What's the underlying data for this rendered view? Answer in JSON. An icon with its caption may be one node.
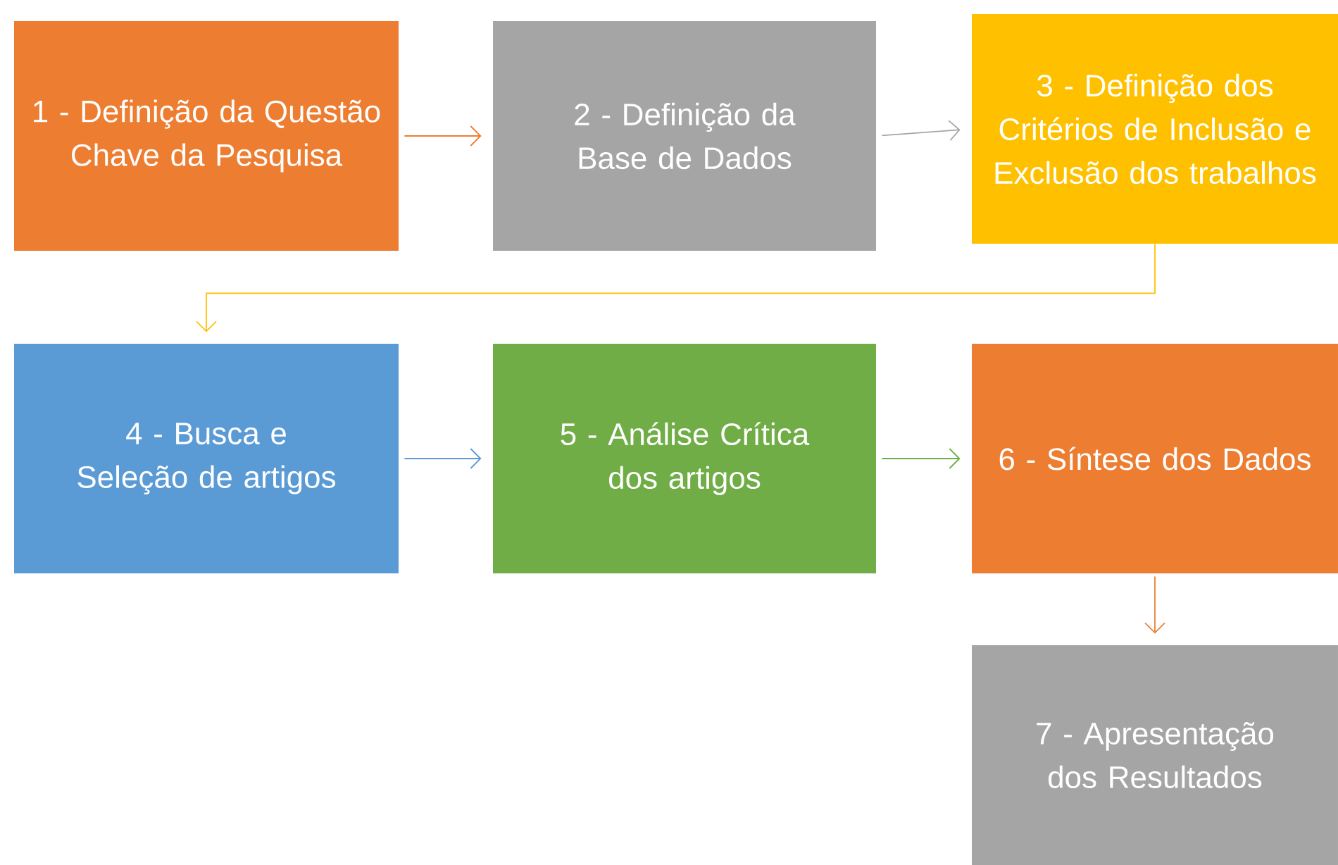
{
  "diagram": {
    "nodes": [
      {
        "text": [
          "1 - Definição da Questão Chave da Pesquisa"
        ]
      },
      {
        "text": [
          "2 - Definição da Base de Dados"
        ]
      },
      {
        "text": [
          "3 - Definição dos Critérios de Inclusão e Exclusão dos trabalhos"
        ]
      },
      {
        "text": [
          "4 - Busca e Seleção de artigos"
        ]
      },
      {
        "text": [
          "5 - Análise Crítica dos  artigos"
        ]
      },
      {
        "text": [
          "6 - Síntese dos Dados"
        ]
      },
      {
        "text": [
          "7 - Apresentação dos Resultados"
        ]
      }
    ],
    "edges": [
      {
        "from": 0,
        "to": 1,
        "arrow": "to",
        "color": "#ed7d31"
      },
      {
        "from": 1,
        "to": 2,
        "arrow": "to",
        "color": "#a5a5a5"
      },
      {
        "from": 2,
        "to": 3,
        "arrow": "to",
        "color": "#ffc000"
      },
      {
        "from": 3,
        "to": 4,
        "arrow": "to",
        "color": "#5b9bd5"
      },
      {
        "from": 4,
        "to": 5,
        "arrow": "to",
        "color": "#70ad47"
      },
      {
        "from": 5,
        "to": 6,
        "arrow": "to",
        "color": "#ed7d31"
      }
    ]
  }
}
